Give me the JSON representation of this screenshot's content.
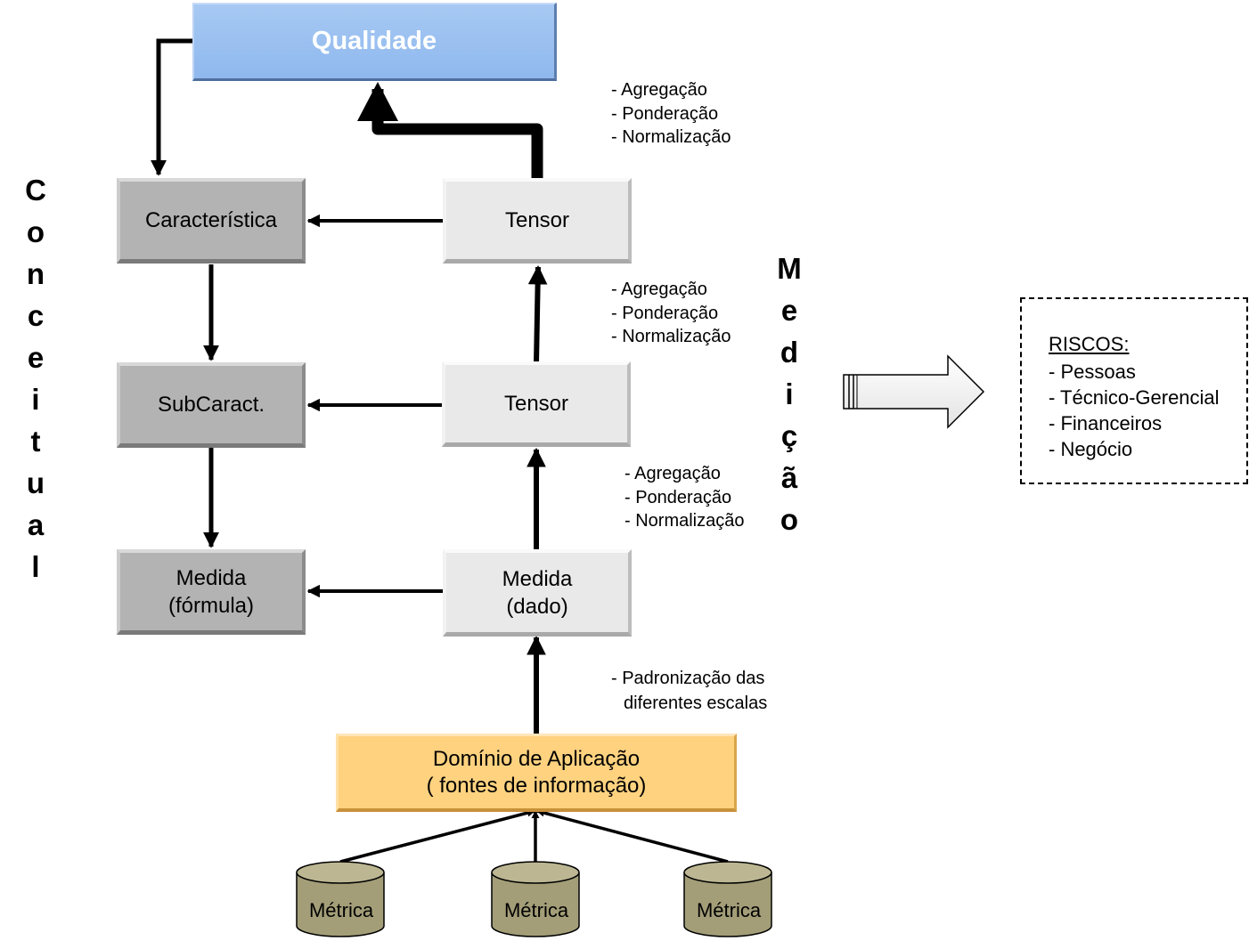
{
  "quality": {
    "label": "Qualidade"
  },
  "conceptual": {
    "side_letters": [
      "C",
      "o",
      "n",
      "c",
      "e",
      "i",
      "t",
      "u",
      "a",
      "l"
    ],
    "characteristic": "Característica",
    "subcharacteristic": "SubCaract.",
    "measure_line1": "Medida",
    "measure_line2": "(fórmula)"
  },
  "measurement": {
    "side_letters": [
      "M",
      "e",
      "d",
      "i",
      "ç",
      "ã",
      "o"
    ],
    "tensor_top": "Tensor",
    "tensor_mid": "Tensor",
    "measure_line1": "Medida",
    "measure_line2": "(dado)"
  },
  "operations": {
    "top": [
      "- Agregação",
      "- Ponderação",
      "- Normalização"
    ],
    "mid": [
      "- Agregação",
      "- Ponderação",
      "- Normalização"
    ],
    "low": [
      "- Agregação",
      "- Ponderação",
      "- Normalização"
    ],
    "standardization_line1": "- Padronização das",
    "standardization_line2": "diferentes escalas"
  },
  "domain": {
    "line1": "Domínio de Aplicação",
    "line2": "( fontes de informação)"
  },
  "metrics": [
    "Métrica",
    "Métrica",
    "Métrica"
  ],
  "risks": {
    "title": "RISCOS:",
    "items": [
      "- Pessoas",
      "- Técnico-Gerencial",
      "- Financeiros",
      "- Negócio"
    ]
  },
  "colors": {
    "quality_fill": "#8fb8ee",
    "conceptual_fill": "#b3b3b3",
    "measurement_fill": "#e9e9e9",
    "domain_fill": "#ffd27f",
    "metric_fill": "#a39e78"
  }
}
